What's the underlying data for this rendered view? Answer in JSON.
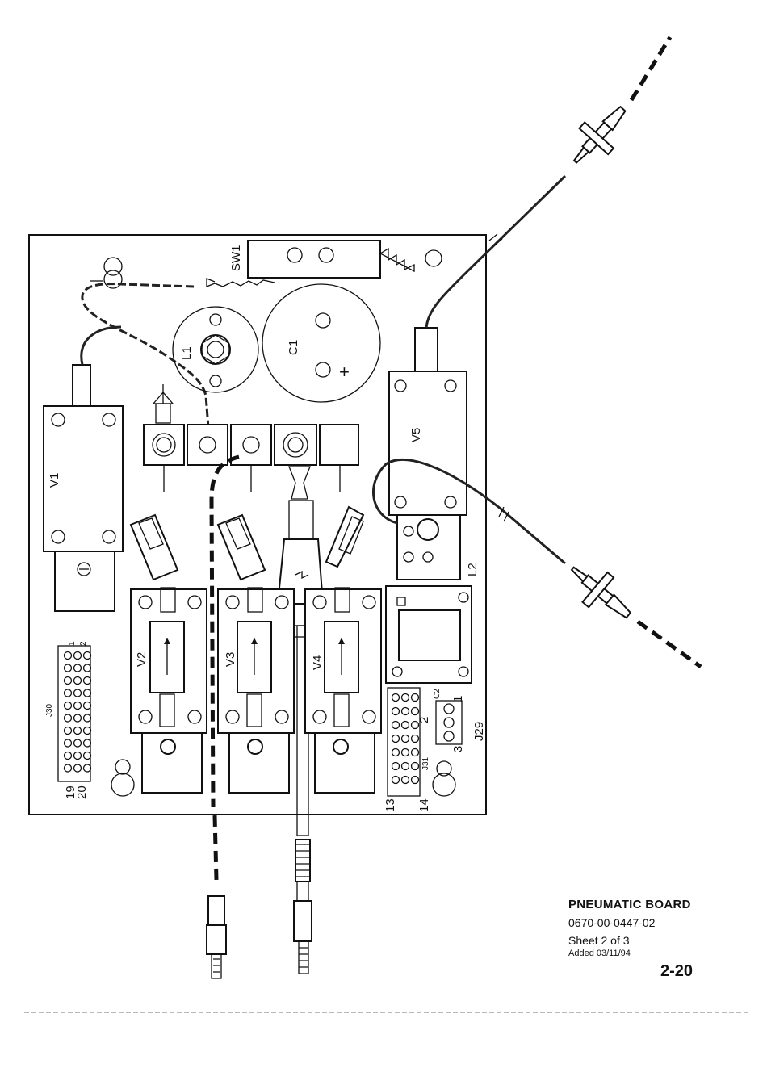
{
  "title_block": {
    "title": "PNEUMATIC BOARD",
    "part_number": "0670-00-0447-02",
    "sheet": "Sheet 2 of 3",
    "added": "Added 03/11/94",
    "page_number": "2-20"
  },
  "components": {
    "sw1": "SW1",
    "l1": "L1",
    "c1": "C1",
    "c1_polarity": "+",
    "v1": "V1",
    "v2": "V2",
    "v3": "V3",
    "v4": "V4",
    "v5": "V5",
    "l2": "L2",
    "c2": "C2",
    "j29": "J29",
    "j30": "J30",
    "j31": "J31"
  },
  "pin_labels": {
    "j30_top_1": "1",
    "j30_top_2": "2",
    "j30_bottom_19": "19",
    "j30_bottom_20": "20",
    "j31_13": "13",
    "j31_14": "14",
    "j31_2": "2",
    "j29_1": "1",
    "j29_3": "3"
  }
}
